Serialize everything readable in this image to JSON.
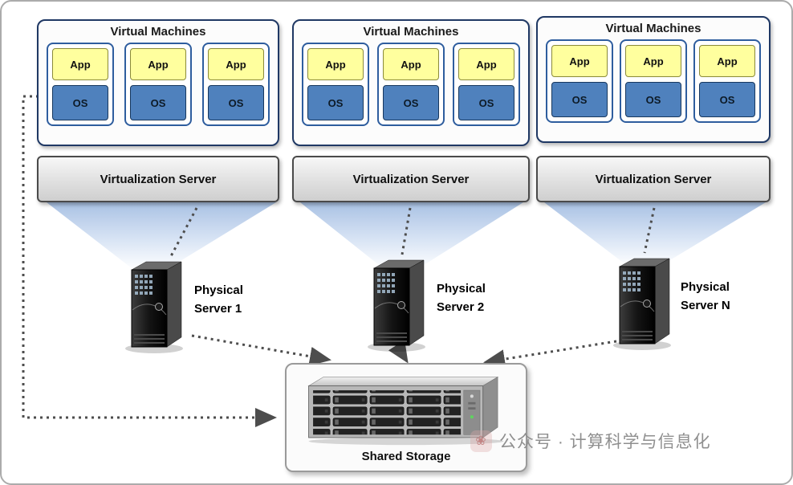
{
  "diagram": {
    "columns": [
      {
        "vm_title": "Virtual Machines",
        "vms": [
          {
            "app": "App",
            "os": "OS"
          },
          {
            "app": "App",
            "os": "OS"
          },
          {
            "app": "App",
            "os": "OS"
          }
        ],
        "virtualization_label": "Virtualization Server",
        "physical_line1": "Physical",
        "physical_line2": "Server 1"
      },
      {
        "vm_title": "Virtual Machines",
        "vms": [
          {
            "app": "App",
            "os": "OS"
          },
          {
            "app": "App",
            "os": "OS"
          },
          {
            "app": "App",
            "os": "OS"
          }
        ],
        "virtualization_label": "Virtualization Server",
        "physical_line1": "Physical",
        "physical_line2": "Server 2"
      },
      {
        "vm_title": "Virtual Machines",
        "vms": [
          {
            "app": "App",
            "os": "OS"
          },
          {
            "app": "App",
            "os": "OS"
          },
          {
            "app": "App",
            "os": "OS"
          }
        ],
        "virtualization_label": "Virtualization Server",
        "physical_line1": "Physical",
        "physical_line2": "Server N"
      }
    ],
    "storage_label": "Shared Storage",
    "watermark_text": "公众号 · 计算科学与信息化",
    "icons": {
      "physical_server": "server-tower-icon",
      "storage": "storage-array-icon",
      "watermark_logo_glyph": "❀"
    },
    "colors": {
      "app_bg": "#ffff9e",
      "os_bg": "#4f81bd",
      "vm_border": "#2e5d9e",
      "group_border": "#1f3864",
      "beam": "#a9c0e4",
      "connector": "#4d4d4d"
    }
  }
}
